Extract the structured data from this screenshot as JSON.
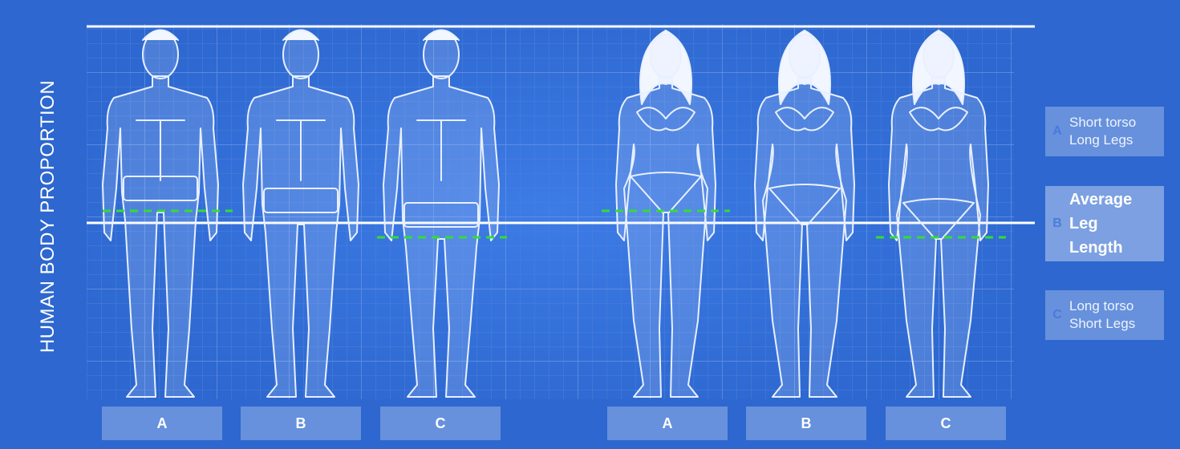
{
  "title": "HUMAN BODY PROPORTION",
  "figures": {
    "male": [
      "A",
      "B",
      "C"
    ],
    "female": [
      "A",
      "B",
      "C"
    ]
  },
  "legend": [
    {
      "letter": "A",
      "line1": "Short torso",
      "line2": "Long Legs",
      "line3": ""
    },
    {
      "letter": "B",
      "line1": "Average",
      "line2": "Leg",
      "line3": "Length"
    },
    {
      "letter": "C",
      "line1": "Long torso",
      "line2": "Short Legs",
      "line3": ""
    }
  ],
  "colors": {
    "background": "#2d67cf",
    "grid": "#5d8ce0",
    "reference_line": "#ffffff",
    "marker_line": "#33dd33",
    "figure_outline": "#e8f0ff"
  }
}
